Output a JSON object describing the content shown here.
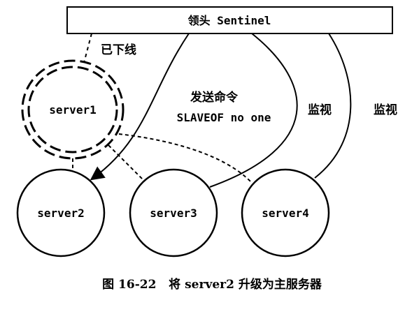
{
  "leader": {
    "label": "领头 Sentinel"
  },
  "labels": {
    "offline": "已下线",
    "command_title": "发送命令",
    "command_text": "SLAVEOF no one",
    "monitor_1": "监视",
    "monitor_2": "监视"
  },
  "servers": {
    "server1": "server1",
    "server2": "server2",
    "server3": "server3",
    "server4": "server4"
  },
  "caption": "图 16-22   将 server2 升级为主服务器"
}
